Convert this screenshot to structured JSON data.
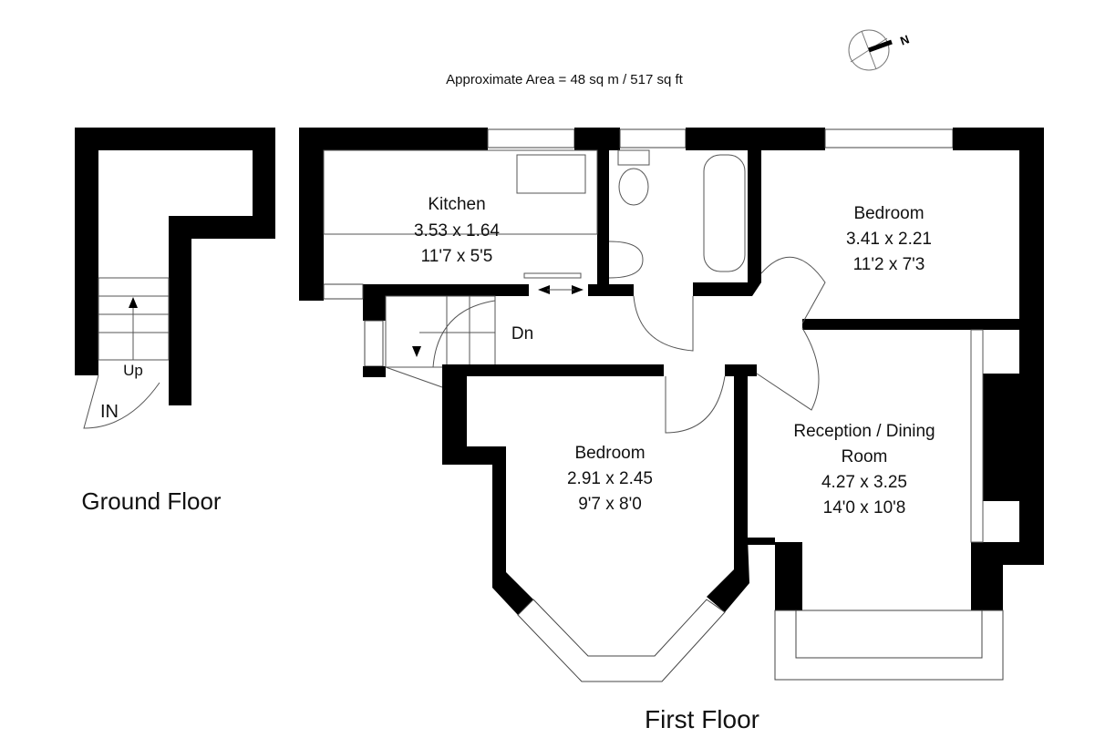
{
  "header": {
    "area": "Approximate  Area = 48 sq m / 517 sq ft",
    "compass_label": "N"
  },
  "ground_floor": {
    "title": "Ground Floor",
    "stairs_label": "Up",
    "entrance_label": "IN"
  },
  "first_floor": {
    "title": "First Floor",
    "stairs_label": "Dn",
    "rooms": [
      {
        "name": "Kitchen",
        "metric": "3.53 x 1.64",
        "imperial": "11'7 x 5'5"
      },
      {
        "name": "Bedroom",
        "metric": "3.41 x 2.21",
        "imperial": "11'2 x 7'3"
      },
      {
        "name": "Bedroom",
        "metric": "2.91 x 2.45",
        "imperial": "9'7 x 8'0"
      },
      {
        "name": "Reception / Dining",
        "name2": "Room",
        "metric": "4.27 x 3.25",
        "imperial": "14'0 x 10'8"
      }
    ]
  }
}
